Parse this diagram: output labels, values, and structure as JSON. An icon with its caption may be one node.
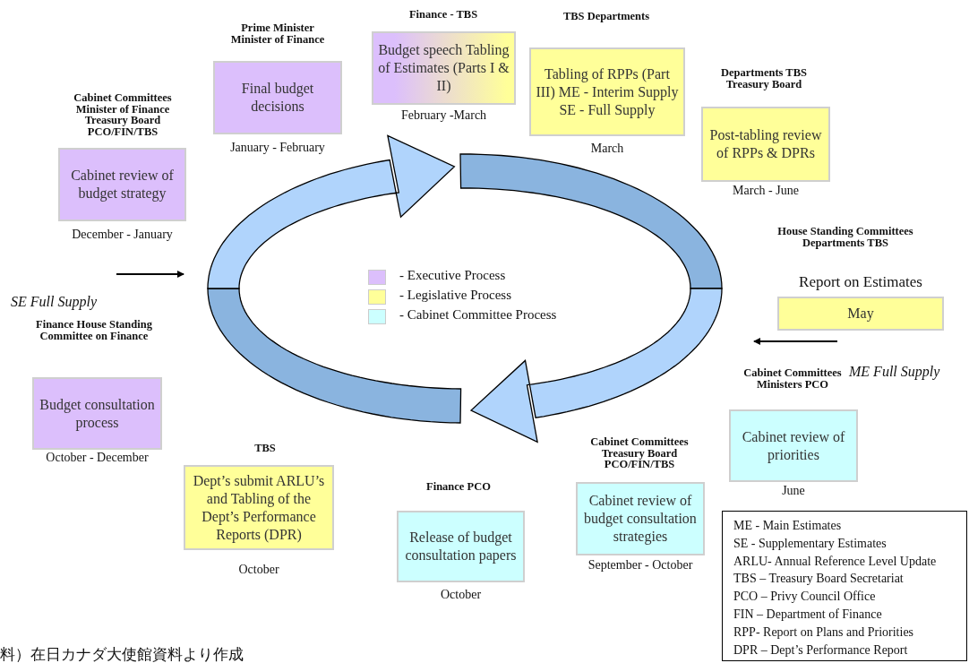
{
  "diagram": {
    "nodes": [
      {
        "text": [
          "Cabinet Committees Minister of Finance Treasury Board PCO/FIN/TBS",
          "Cabinet review of budget strategy"
        ],
        "beside": [
          "December - January"
        ]
      },
      {
        "text": [
          "Prime Minister Minister of Finance",
          "Final budget decisions"
        ],
        "beside": [
          "January - February"
        ]
      },
      {
        "text": [
          "Finance - TBS",
          "Budget speech Tabling of Estimates (Parts I & II)"
        ],
        "beside": [
          "February -March"
        ]
      },
      {
        "text": [
          "TBS Departments",
          "Tabling of RPPs (Part III) ME - Interim Supply SE - Full Supply"
        ],
        "beside": [
          "March"
        ]
      },
      {
        "text": [
          "Departments TBS Treasury Board",
          "Post-tabling review of RPPs & DPRs"
        ],
        "beside": [
          "March - June"
        ]
      },
      {
        "text": [
          "House Standing Committees Departments TBS",
          "Report on Estimates",
          "May"
        ]
      },
      {
        "text": [
          "Cabinet Committees Ministers PCO",
          "Cabinet review of priorities"
        ],
        "beside": [
          "June"
        ]
      },
      {
        "text": [
          "Cabinet Committees Treasury Board PCO/FIN/TBS",
          "Cabinet review of budget consultation strategies"
        ],
        "beside": [
          "September - October"
        ]
      },
      {
        "text": [
          "Finance PCO",
          "Release of budget consultation papers"
        ],
        "beside": [
          "October"
        ]
      },
      {
        "text": [
          "TBS",
          "Dept’s submit ARLU’s and Tabling of the Dept’s Performance Reports (DPR)"
        ],
        "beside": [
          "October"
        ]
      },
      {
        "text": [
          "Finance House Standing Committee on Finance",
          "Budget consultation process"
        ],
        "beside": [
          "October - December"
        ]
      },
      {
        "text": [
          "ME - Main Estimates",
          "SE  - Supplementary Estimates",
          "ARLU- Annual Reference Level Update",
          "TBS – Treasury Board Secretariat",
          "PCO – Privy Council Office",
          "FIN – Department of Finance",
          "RPP- Report on Plans and Priorities",
          "DPR – Dept’s Performance Report"
        ]
      }
    ],
    "labels": [
      "SE Full Supply",
      "ME Full Supply",
      "料）在日カナダ大使館資料より作成"
    ],
    "legend": [
      {
        "text": "- Executive Process",
        "color": "#dcbffc"
      },
      {
        "text": "- Legislative Process",
        "color": "#ffff99"
      },
      {
        "text": "- Cabinet Committee Process",
        "color": "#ccffff"
      }
    ]
  }
}
